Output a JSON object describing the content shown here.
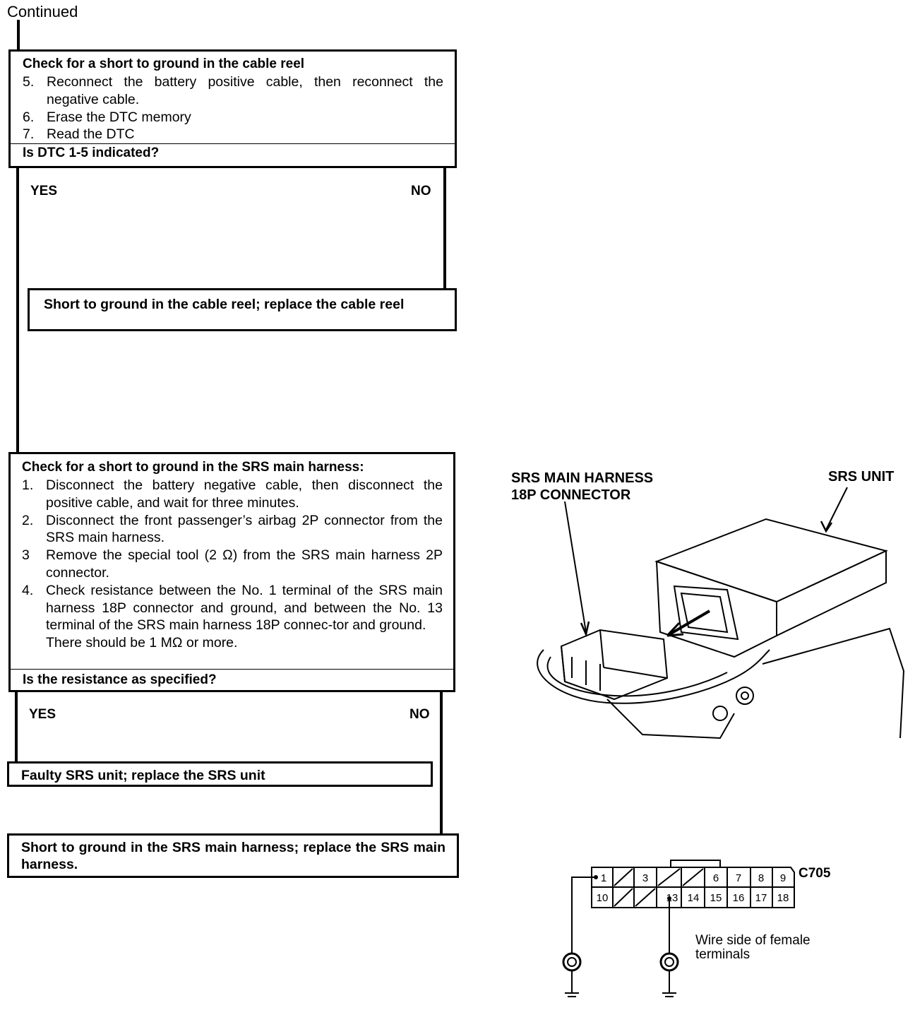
{
  "header": {
    "continued": "Continued"
  },
  "box1": {
    "title": "Check for a short to ground in the cable reel",
    "steps": [
      {
        "num": "5.",
        "text": "Reconnect the battery positive cable, then reconnect the negative cable."
      },
      {
        "num": "6.",
        "text": "Erase the DTC memory"
      },
      {
        "num": "7.",
        "text": "Read the DTC"
      }
    ],
    "question": "Is DTC 1-5 indicated?",
    "yes": "YES",
    "no": "NO"
  },
  "result1": "Short to ground in the cable reel; replace the cable reel",
  "box2": {
    "title": "Check for a short to ground in the SRS main harness:",
    "steps": [
      {
        "num": "1.",
        "text": "Disconnect the battery negative cable, then disconnect the positive cable, and wait for three minutes."
      },
      {
        "num": "2.",
        "text": "Disconnect the front passenger’s airbag 2P connector from the SRS main harness."
      },
      {
        "num": "3",
        "text": "Remove the special tool (2 Ω) from the SRS main harness 2P connector."
      },
      {
        "num": "4.",
        "text": "Check resistance between the No. 1 terminal of the SRS main harness 18P connector and ground, and between the No. 13 terminal of the SRS main harness 18P connec-tor and ground."
      }
    ],
    "note": "There should be 1 MΩ or more.",
    "question": "Is the resistance as specified?",
    "yes": "YES",
    "no": "NO"
  },
  "result_yes": "Faulty SRS unit; replace the SRS unit",
  "result_no": "Short to ground in the SRS main harness; replace the SRS main harness.",
  "illustration": {
    "connector_label_line1": "SRS MAIN HARNESS",
    "connector_label_line2": "18P CONNECTOR",
    "unit_label": "SRS UNIT"
  },
  "pinout": {
    "connector_id": "C705",
    "top_row": [
      "1",
      "",
      "3",
      "",
      "",
      "6",
      "7",
      "8",
      "9"
    ],
    "bottom_row": [
      "10",
      "",
      "",
      "13",
      "14",
      "15",
      "16",
      "17",
      "18"
    ],
    "caption_line1": "Wire side of female",
    "caption_line2": "terminals"
  }
}
